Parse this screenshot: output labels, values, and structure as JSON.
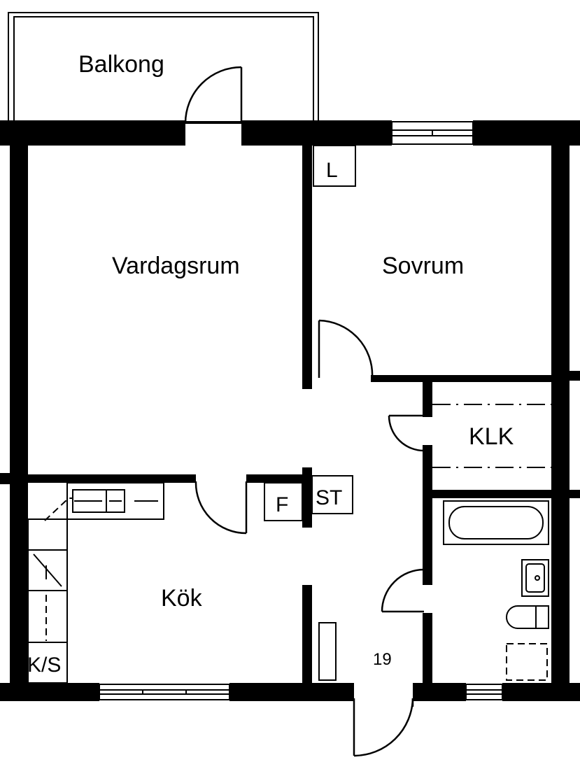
{
  "rooms": {
    "balcony": "Balkong",
    "living_room": "Vardagsrum",
    "bedroom": "Sovrum",
    "kitchen": "Kök",
    "closet": "KLK",
    "wardrobe": "L",
    "freezer": "F",
    "storage": "ST",
    "fridge_freezer": "K/S"
  },
  "unit_number": "19",
  "colors": {
    "wall": "#000000",
    "background": "#ffffff"
  }
}
